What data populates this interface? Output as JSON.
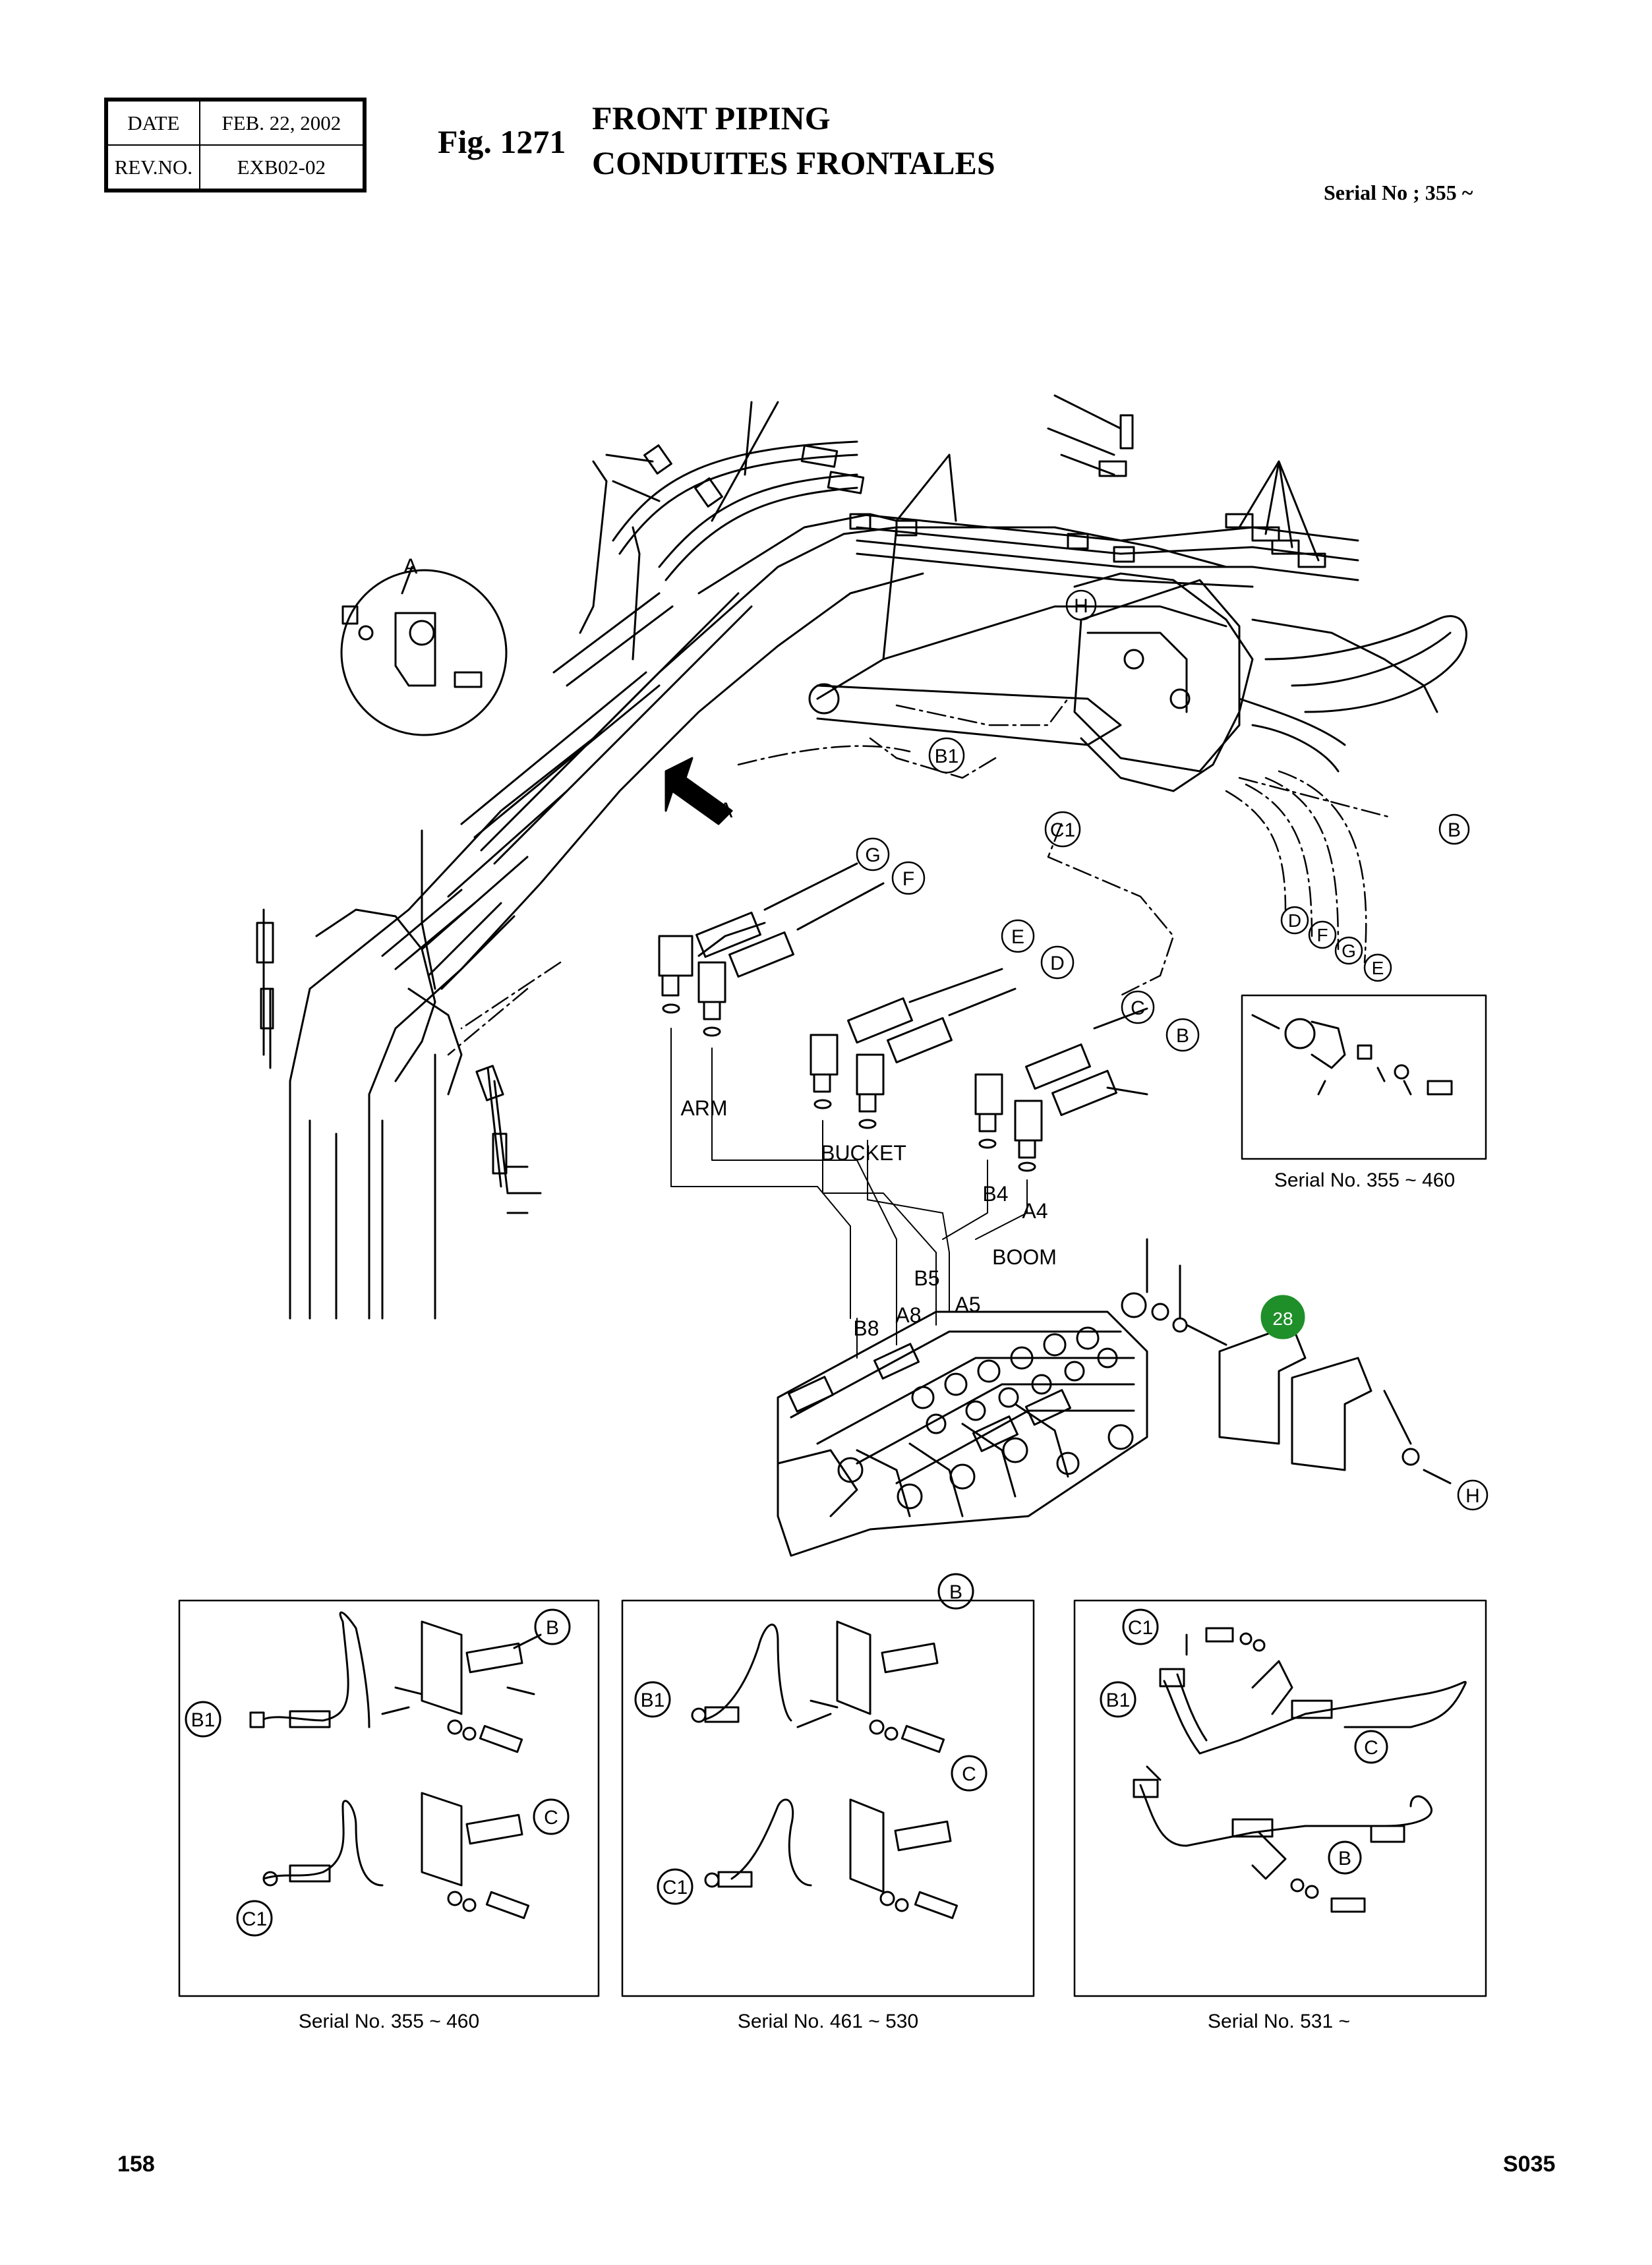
{
  "header": {
    "date_label": "DATE",
    "date_value": "FEB. 22, 2002",
    "rev_label": "REV.NO.",
    "rev_value": "EXB02-02",
    "fig_number": "Fig. 1271",
    "title_en": "FRONT PIPING",
    "title_fr": "CONDUITES FRONTALES",
    "serial_range": "Serial No ; 355 ~"
  },
  "main_diagram": {
    "detail_view_label": "A",
    "arrow_label": "A",
    "callouts": [
      "H",
      "B1",
      "C1",
      "B",
      "G",
      "F",
      "E",
      "D",
      "C",
      "B",
      "D",
      "F",
      "G",
      "E",
      "H"
    ],
    "function_labels": {
      "arm": "ARM",
      "bucket": "BUCKET",
      "boom": "BOOM"
    },
    "port_labels": [
      "B4",
      "A4",
      "B5",
      "A5",
      "B8",
      "A8"
    ],
    "part_number_badge": "28",
    "badge_color": "#1f8f2a",
    "inset_serial": "Serial No. 355 ~ 460"
  },
  "variants": [
    {
      "labels": [
        "B",
        "B1",
        "C",
        "C1"
      ],
      "caption": "Serial No. 355 ~ 460"
    },
    {
      "labels": [
        "B",
        "B1",
        "C",
        "C1"
      ],
      "caption": "Serial No. 461 ~ 530"
    },
    {
      "labels": [
        "C1",
        "B1",
        "C",
        "B"
      ],
      "caption": "Serial No. 531 ~"
    }
  ],
  "footer": {
    "page_number": "158",
    "page_code": "S035"
  }
}
